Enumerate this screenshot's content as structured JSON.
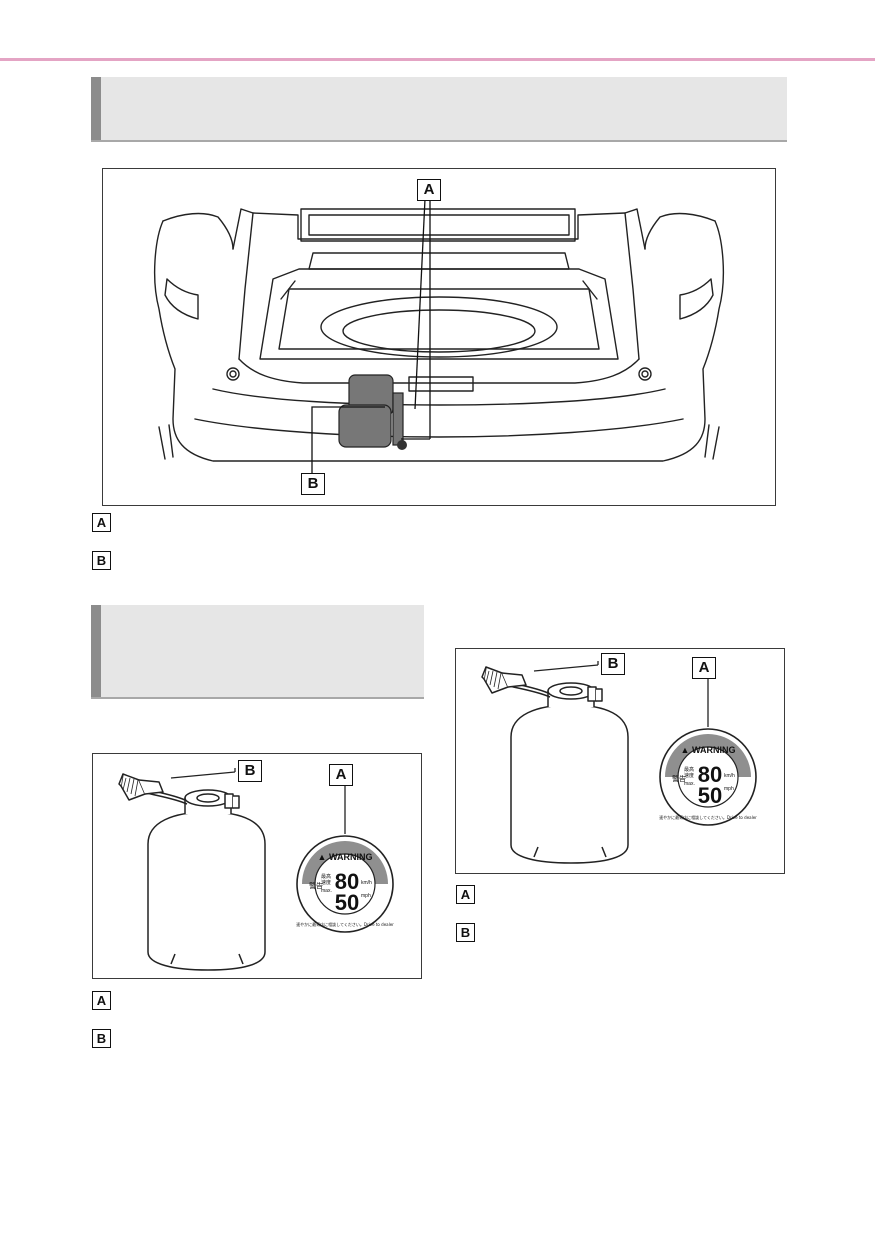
{
  "callouts": {
    "a": "A",
    "b": "B"
  },
  "badge": {
    "triangle": "▲",
    "warning": "WARNING",
    "jp_top": "警告",
    "jp_left1": "最高",
    "jp_left2": "速度",
    "max": "max.",
    "kmh_value": "80",
    "kmh_unit": "km/h",
    "mph_value": "50",
    "mph_unit": "mph",
    "ring_text": "速やかに最寄店に相談してください。Drive to dealer"
  },
  "colors": {
    "page_rule": "#e4a4c4",
    "band_bg": "#e6e6e6",
    "band_accent": "#8c8c8c",
    "line": "#222222"
  }
}
